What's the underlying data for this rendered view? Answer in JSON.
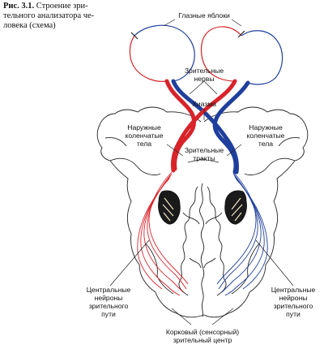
{
  "figure": {
    "number": "Рис. 3.1.",
    "caption": "Строение зрительного анализатора человека (схема)",
    "caption_lines": [
      "Строение зри-",
      "тельного анализатора че-",
      "ловека (схема)"
    ]
  },
  "labels": {
    "eyeballs": "Глазные яблоки",
    "optic_nerves": [
      "Зрительные",
      "нервы"
    ],
    "chiasm": "Хиазма",
    "lgn_left": [
      "Наружные",
      "коленчатые",
      "тела"
    ],
    "lgn_right": [
      "Наружные",
      "коленчатые",
      "тела"
    ],
    "optic_tracts": [
      "Зрительные",
      "тракты"
    ],
    "central_left": [
      "Центральные",
      "нейроны",
      "зрительного",
      "пути"
    ],
    "central_right": [
      "Центральные",
      "нейроны",
      "зрительного",
      "пути"
    ],
    "cortex": [
      "Корковый (сенсорный)",
      "зрительный центр"
    ]
  },
  "colors": {
    "red_pathway": "#d8232a",
    "blue_pathway": "#1f3f9c",
    "outline": "#222222",
    "lgn_fill": "#1a1a1a"
  }
}
